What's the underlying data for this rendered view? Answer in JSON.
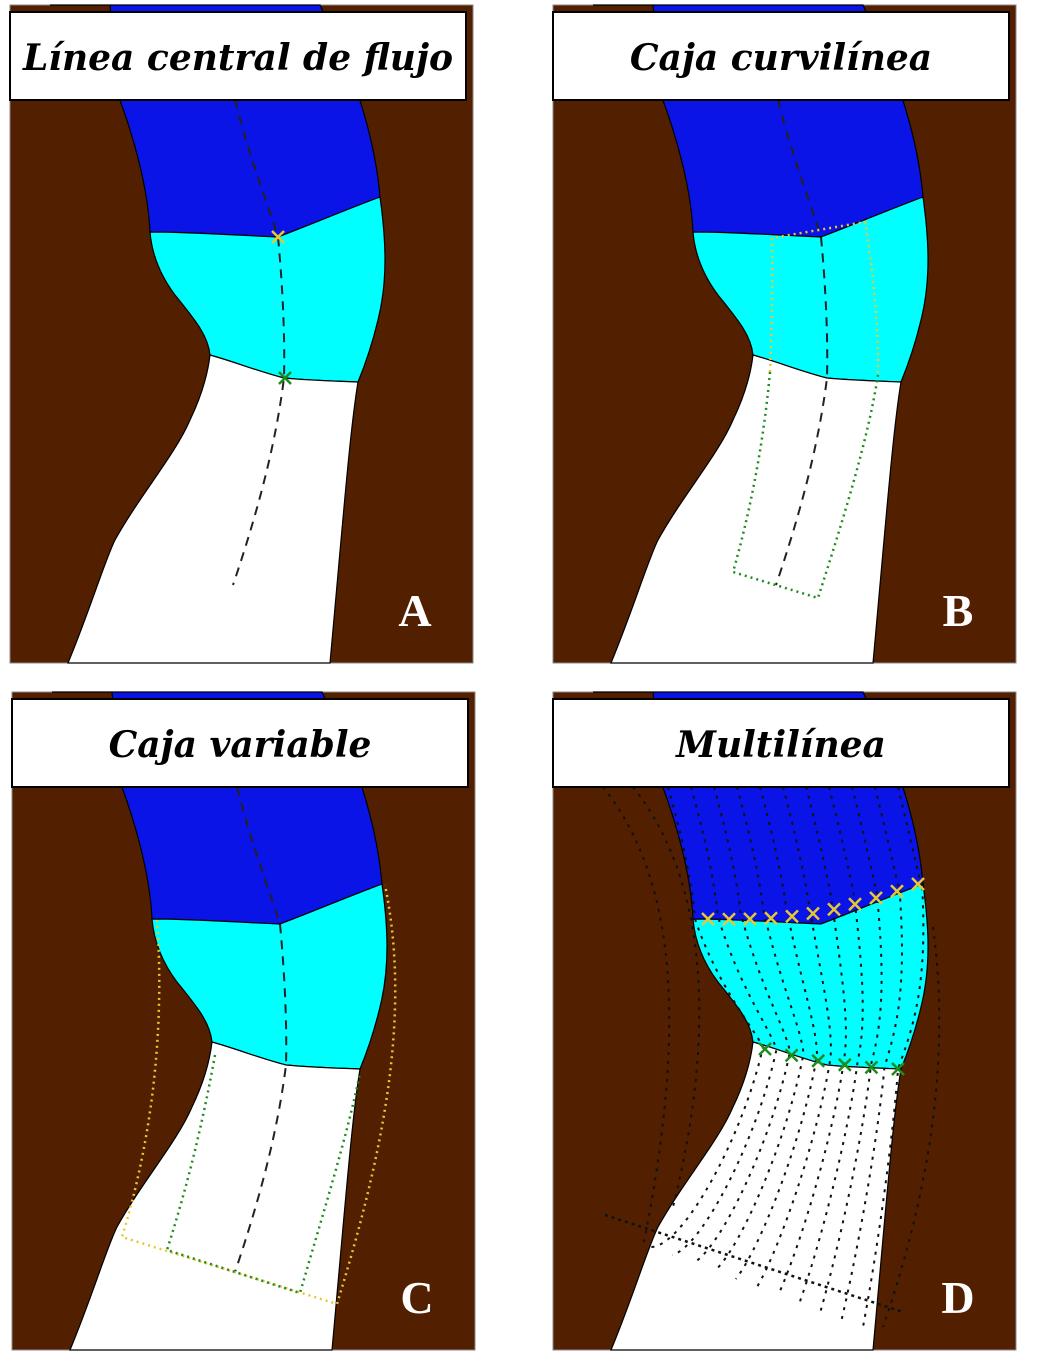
{
  "panels": [
    {
      "id": "A",
      "title": "Línea central de flujo",
      "letter": "A",
      "method": "centerline"
    },
    {
      "id": "B",
      "title": "Caja curvilínea",
      "letter": "B",
      "method": "curvilinear-box"
    },
    {
      "id": "C",
      "title": "Caja variable",
      "letter": "C",
      "method": "variable-box"
    },
    {
      "id": "D",
      "title": "Multilínea",
      "letter": "D",
      "method": "multiline"
    }
  ],
  "colors": {
    "bank": "#522000",
    "zone_upper": "#0a14e6",
    "zone_middle": "#00ffff",
    "zone_lower": "#ffffff",
    "marker_upper": "#e6c832",
    "marker_lower": "#1e8c1e",
    "centerline": "#222222"
  }
}
